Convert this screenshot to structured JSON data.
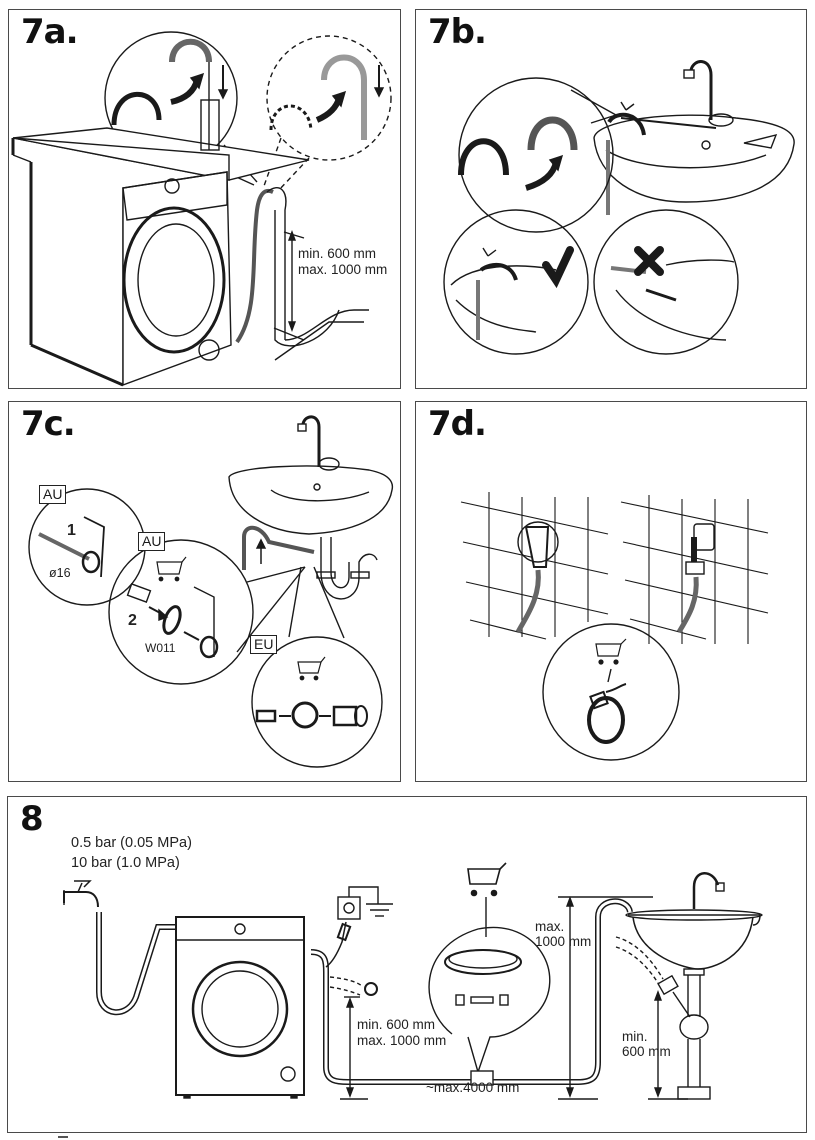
{
  "panels": {
    "p7a": {
      "label": "7a.",
      "dimension": {
        "min": "min. 600 mm",
        "max": "max. 1000 mm"
      },
      "icons": [
        "u-hose-guide-icon",
        "curved-arrow-icon",
        "down-arrow-icon",
        "washing-machine-icon",
        "drain-pipe-icon"
      ]
    },
    "p7b": {
      "label": "7b.",
      "icons": [
        "u-hose-guide-icon",
        "sink-icon",
        "faucet-icon",
        "correct-check-icon",
        "wrong-cross-icon"
      ]
    },
    "p7c": {
      "label": "7c.",
      "regions": {
        "au1": {
          "tag": "AU",
          "step": "1",
          "size": "ø16"
        },
        "au2": {
          "tag": "AU",
          "step": "2",
          "part": "W011"
        },
        "eu": {
          "tag": "EU"
        }
      },
      "icons": [
        "shopping-cart-icon",
        "hose-clamp-icon",
        "sink-siphon-icon",
        "up-arrow-icon"
      ]
    },
    "p7d": {
      "label": "7d.",
      "icons": [
        "wall-tiles-icon",
        "drain-outlet-icon",
        "shopping-cart-icon",
        "hose-clamp-icon"
      ]
    },
    "p8": {
      "label": "8",
      "pressure": {
        "min": "0.5 bar (0.05 MPa)",
        "max": "10 bar (1.0 MPa)"
      },
      "drain_height": {
        "min": "min. 600 mm",
        "max": "max. 1000 mm"
      },
      "hose_length": "~max.4000 mm",
      "sink_max": {
        "line1": "max.",
        "line2": "1000 mm"
      },
      "sink_min": {
        "line1": "min.",
        "line2": "600 mm"
      },
      "icons": [
        "water-tap-icon",
        "washing-machine-icon",
        "power-socket-icon",
        "ground-icon",
        "plug-icon",
        "shopping-cart-icon",
        "extension-hose-icon",
        "sink-icon"
      ]
    }
  }
}
